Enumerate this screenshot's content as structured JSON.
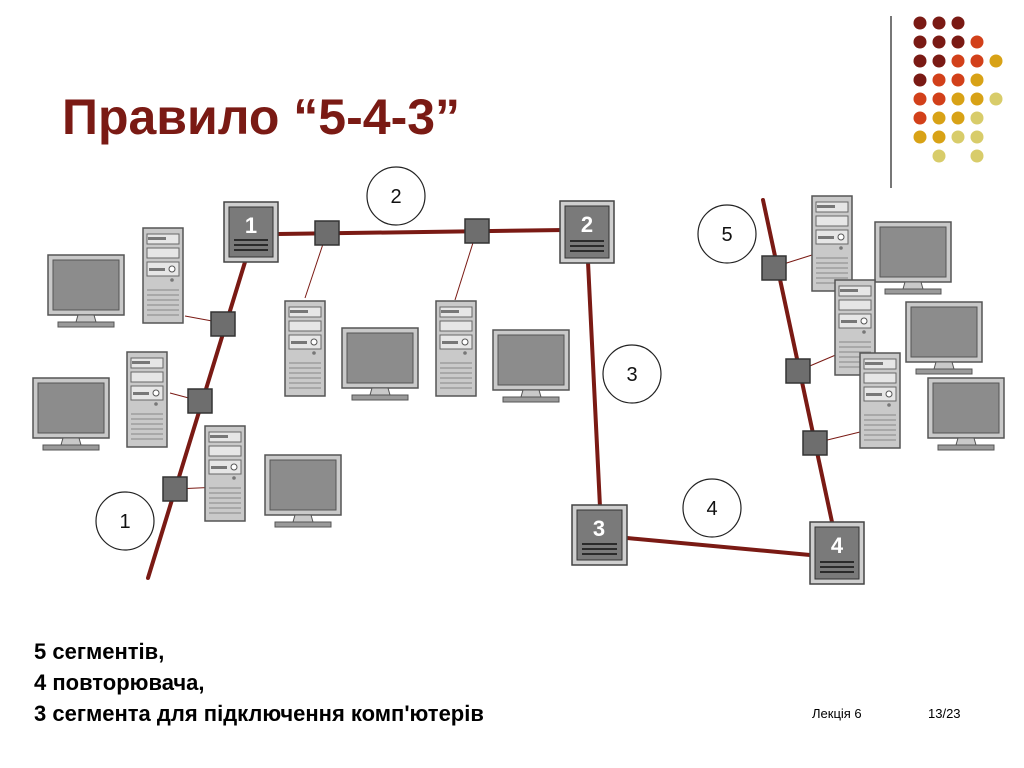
{
  "title": "Правило “5-4-3”",
  "summary": {
    "line1": "5 сегментів,",
    "line2": "4 повторювача,",
    "line3": "3 сегмента для підключення комп'ютерів"
  },
  "footer": {
    "lecture": "Лекція 6",
    "page": "13/23"
  },
  "segments": [
    "1",
    "2",
    "3",
    "4",
    "5"
  ],
  "repeaters": [
    "1",
    "2",
    "3",
    "4"
  ],
  "colors": {
    "title": "#7a1a14",
    "segment_line": "#7a1a14",
    "node_fill": "#6e6e6e",
    "repeater_fill": "#7a7a7a",
    "dot_palette": [
      "#7a1a14",
      "#d2401a",
      "#d8a216",
      "#d8cc6a"
    ]
  },
  "icons": [
    "repeater-icon",
    "pc-tower-icon",
    "monitor-icon",
    "network-node-icon",
    "decorative-dot-grid"
  ]
}
